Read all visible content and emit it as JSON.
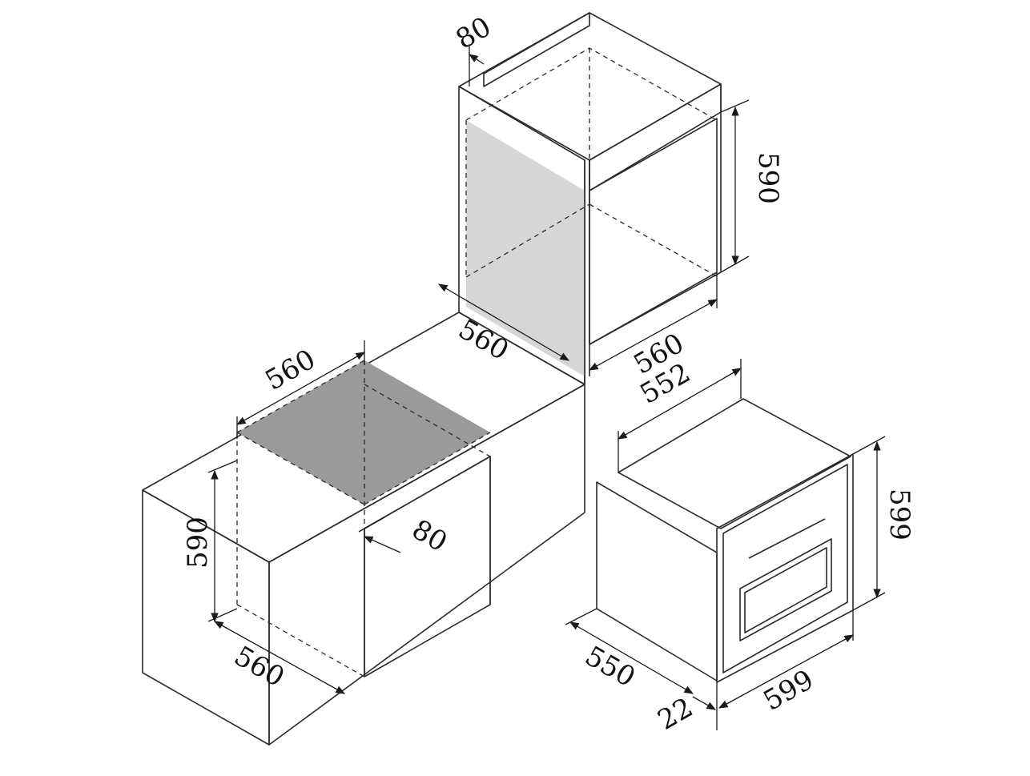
{
  "colors": {
    "cabinet_top": "#9a9a9a",
    "cabinet_side_light": "#ececec",
    "cabinet_inner": "#d6d6d6",
    "oven_top": "#9d9d9d",
    "oven_body": "#e6e6e6",
    "oven_front": "#f4f4f4",
    "line": "#2a2a2a"
  },
  "tall_unit": {
    "top_gap": "80",
    "height": "590",
    "depth": "560",
    "width": "560"
  },
  "base_unit": {
    "width": "560",
    "height": "590",
    "depth": "560",
    "gap": "80"
  },
  "oven": {
    "top_width": "552",
    "height": "599",
    "width": "599",
    "depth": "550",
    "front_thickness": "22"
  }
}
